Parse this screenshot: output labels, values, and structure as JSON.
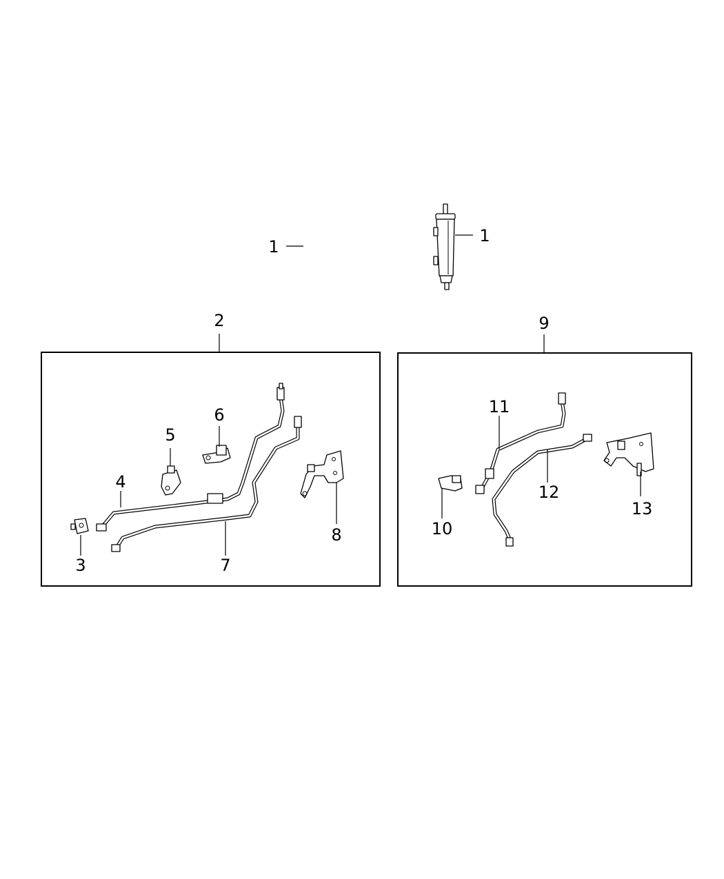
{
  "callouts": {
    "c1_left": "1",
    "c1_right": "1",
    "c2": "2",
    "c3": "3",
    "c4": "4",
    "c5": "5",
    "c6": "6",
    "c7": "7",
    "c8": "8",
    "c9": "9",
    "c10": "10",
    "c11": "11",
    "c12": "12",
    "c13": "13"
  }
}
